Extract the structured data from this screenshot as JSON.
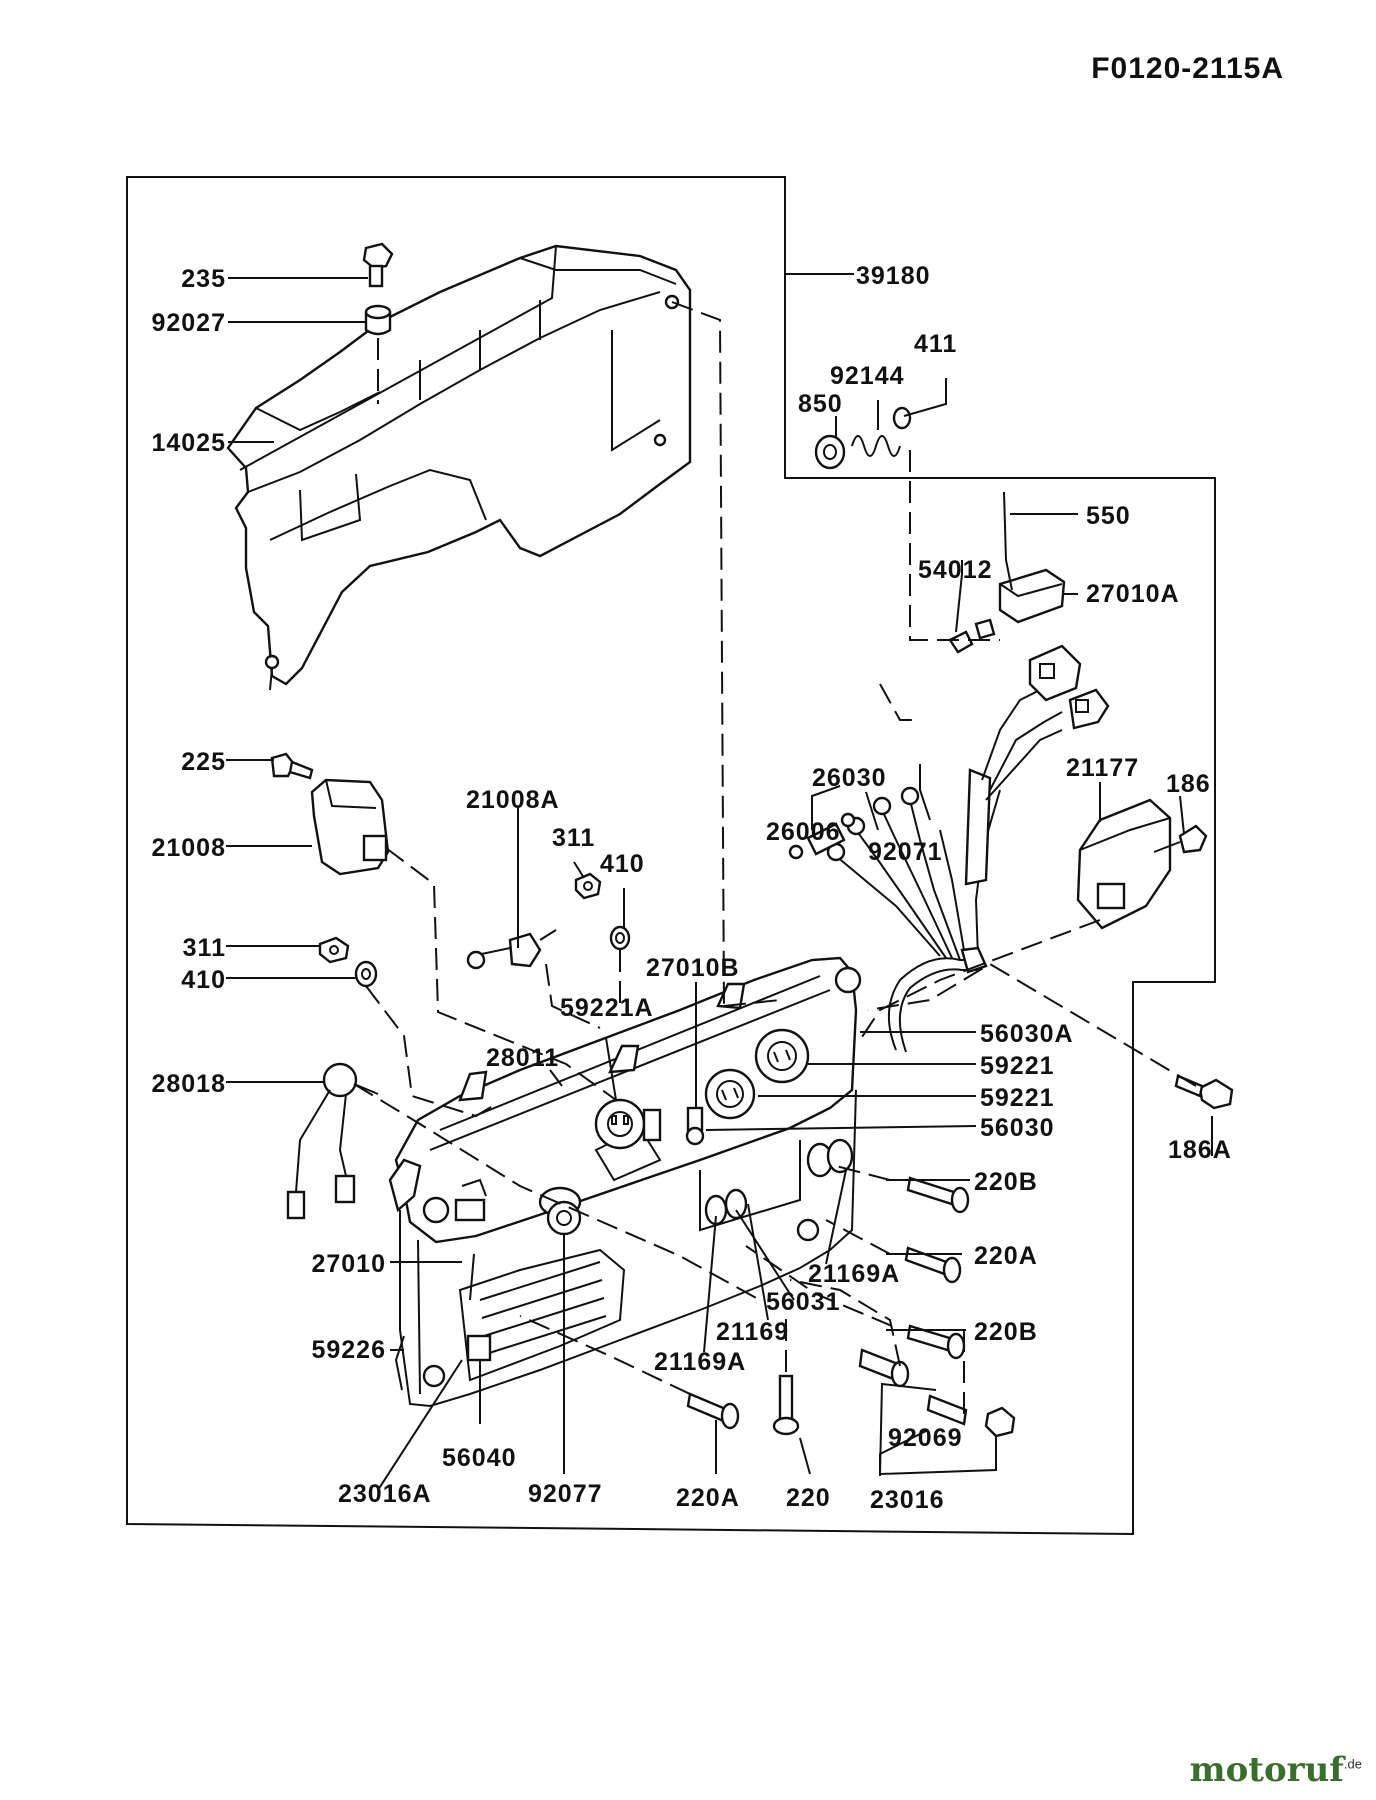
{
  "figure_code": "F0120-2115A",
  "watermark": {
    "name": "motoruf",
    "suffix": ".de",
    "color": "#3a6e2c"
  },
  "parts": [
    "235",
    "92027",
    "14025",
    "39180",
    "411",
    "92144",
    "850",
    "550",
    "54012",
    "27010A",
    "225",
    "21008",
    "21008A",
    "311",
    "410",
    "26030",
    "26006",
    "92071",
    "21177",
    "186",
    "27010B",
    "311",
    "410",
    "59221A",
    "28011",
    "56030A",
    "59221",
    "59221",
    "56030",
    "28018",
    "220B",
    "220A",
    "27010",
    "21169A",
    "56031",
    "21169",
    "220B",
    "59226",
    "21169A",
    "186A",
    "56040",
    "23016A",
    "92077",
    "220A",
    "220",
    "92069",
    "23016"
  ]
}
